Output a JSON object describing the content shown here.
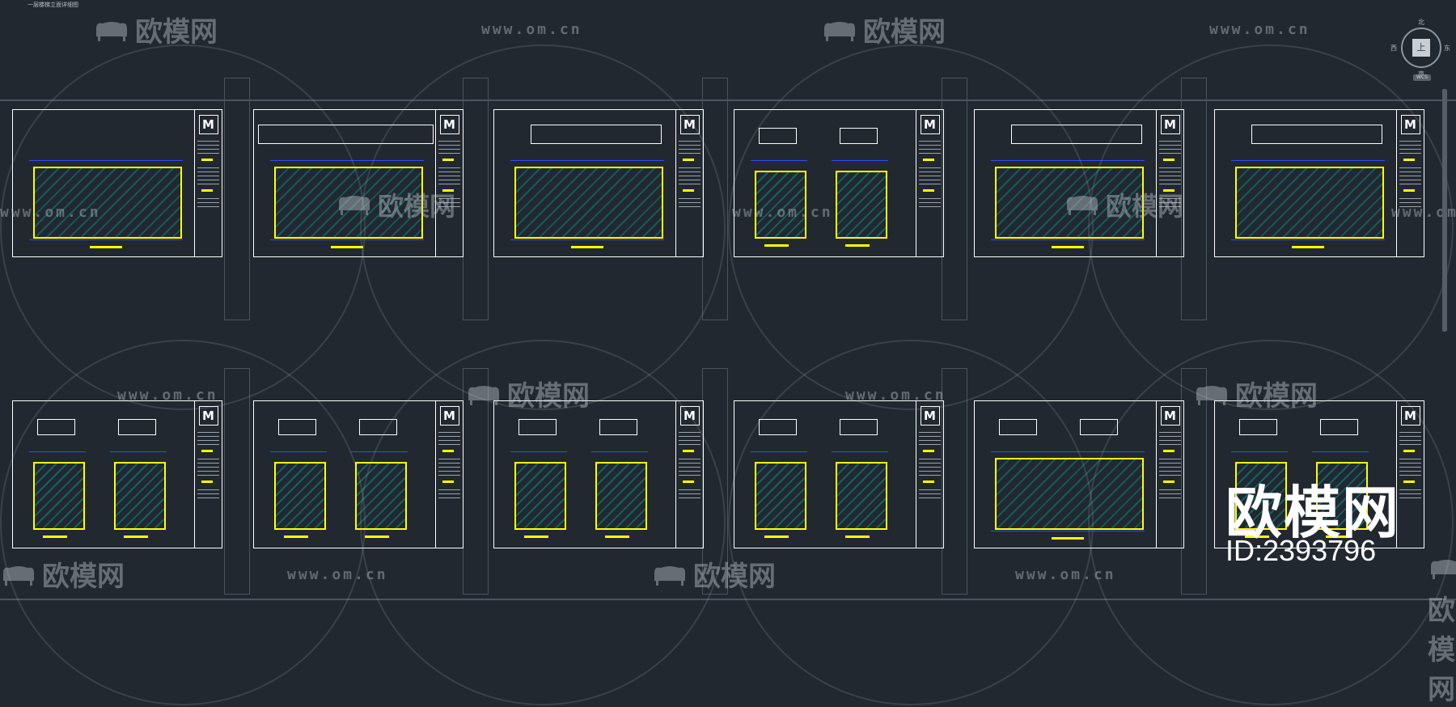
{
  "window": {
    "title": "一层楼梯立面详细图"
  },
  "watermark": {
    "brand": "欧模网",
    "url": "www.om.cn",
    "id_text": "ID:2393796"
  },
  "viewcube": {
    "north": "北",
    "south": "南",
    "east": "东",
    "west": "西",
    "top": "上",
    "wcs": "WCS"
  },
  "sheet_logo": "M",
  "colors": {
    "background": "#212830",
    "sheet_border": "#ffffff",
    "dimension": "#2d4cff",
    "annotation": "#ffff00",
    "hatch": "#00c8c8"
  }
}
